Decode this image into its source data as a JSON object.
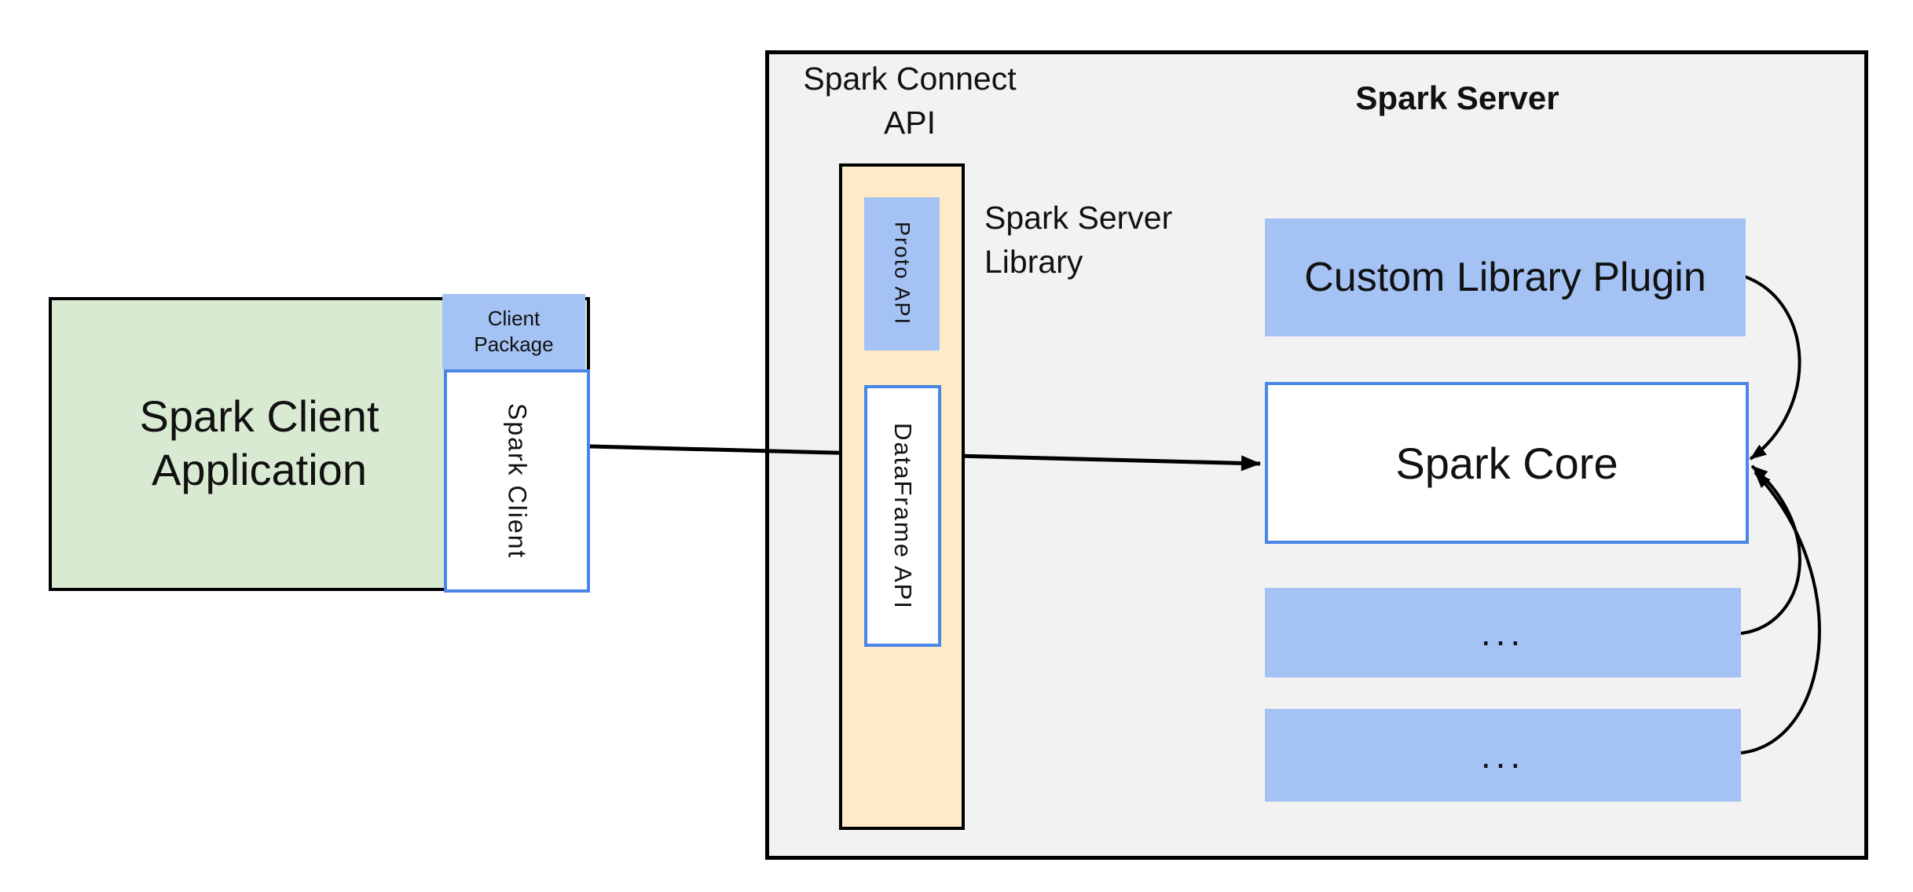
{
  "diagram": {
    "client_app": {
      "label": "Spark Client Application"
    },
    "client_package": {
      "label": "Client Package"
    },
    "spark_client": {
      "label": "Spark Client"
    },
    "spark_connect_api": {
      "label": "Spark Connect API"
    },
    "spark_server": {
      "title": "Spark Server"
    },
    "spark_server_library": {
      "label": "Spark Server Library"
    },
    "proto_api": {
      "label": "Proto API"
    },
    "dataframe_api": {
      "label": "DataFrame API"
    },
    "custom_library_plugin": {
      "label": "Custom Library Plugin"
    },
    "spark_core": {
      "label": "Spark Core"
    },
    "plugin_slot_1": {
      "label": "..."
    },
    "plugin_slot_2": {
      "label": "..."
    },
    "colors": {
      "client_app_fill": "#d9ead3",
      "blue_fill": "#a4c2f4",
      "server_fill": "#f2f2f2",
      "connect_column_fill": "#fcebc6",
      "blue_border": "#4a86e8",
      "outline": "#000000",
      "arrow": "#000000"
    }
  }
}
